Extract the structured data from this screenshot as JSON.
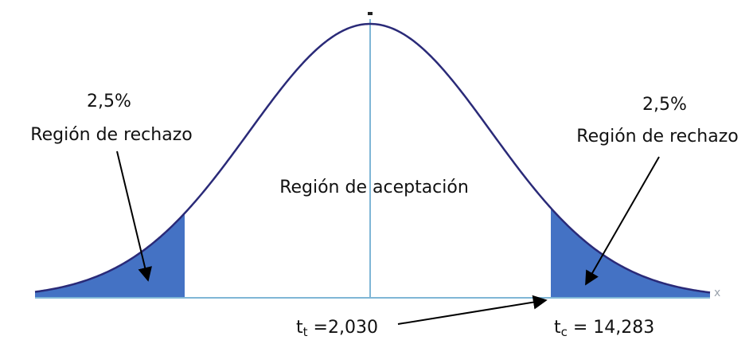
{
  "colors": {
    "curve": "#2a2a78",
    "shade": "#4472c4",
    "axis": "#7fb6d6",
    "arrow": "#000000"
  },
  "chart_data": {
    "type": "area",
    "distribution": "normal",
    "tail_probability_each_side": "2,5%",
    "regions": [
      {
        "name": "left",
        "percent_label": "2,5%",
        "label": "Región de rechazo"
      },
      {
        "name": "center",
        "label": "Región de aceptación"
      },
      {
        "name": "right",
        "percent_label": "2,5%",
        "label": "Región de rechazo"
      }
    ],
    "critical_value": {
      "symbol": "t",
      "subscript": "t",
      "rest": " =2,030"
    },
    "calculated_value": {
      "symbol": "t",
      "subscript": "c",
      "rest": " = 14,283"
    },
    "axis_label": "x"
  }
}
